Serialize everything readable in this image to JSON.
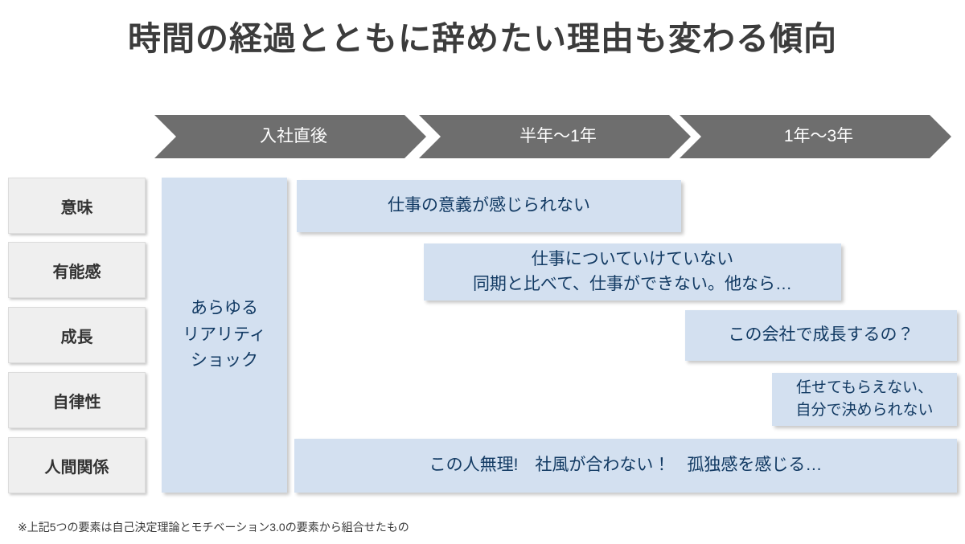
{
  "slide": {
    "title": "時間の経過とともに辞めたい理由も変わる傾向",
    "footnote": "※上記5つの要素は自己決定理論とモチベーション3.0の要素から組合せたもの",
    "colors": {
      "background": "#ffffff",
      "title_text": "#3c3c3c",
      "chevron_fill": "#6e6e6e",
      "chevron_text": "#ffffff",
      "category_fill": "#efefef",
      "category_text": "#333333",
      "bar_fill": "#d3e0f0",
      "bar_text": "#123a63"
    }
  },
  "timeline": {
    "phases": [
      {
        "label": "入社直後"
      },
      {
        "label": "半年〜1年"
      },
      {
        "label": "1年〜3年"
      }
    ]
  },
  "categories": [
    {
      "label": "意味"
    },
    {
      "label": "有能感"
    },
    {
      "label": "成長"
    },
    {
      "label": "自律性"
    },
    {
      "label": "人間関係"
    }
  ],
  "reality_shock": {
    "lines": [
      "あらゆる",
      "リアリティ",
      "ショック"
    ]
  },
  "reasons": [
    {
      "category": "意味",
      "phase": "半年〜1年",
      "lines": [
        "仕事の意義が感じられない"
      ]
    },
    {
      "category": "有能感",
      "phase": "半年〜1年",
      "lines": [
        "仕事についていけていない",
        "同期と比べて、仕事ができない。他なら…"
      ]
    },
    {
      "category": "成長",
      "phase": "1年〜3年",
      "lines": [
        "この会社で成長するの？"
      ]
    },
    {
      "category": "自律性",
      "phase": "1年〜3年",
      "lines": [
        "任せてもらえない、",
        "自分で決められない"
      ]
    },
    {
      "category": "人間関係",
      "phase": "入社直後〜3年",
      "lines": [
        "この人無理!　社風が合わない！　孤独感を感じる…"
      ]
    }
  ]
}
